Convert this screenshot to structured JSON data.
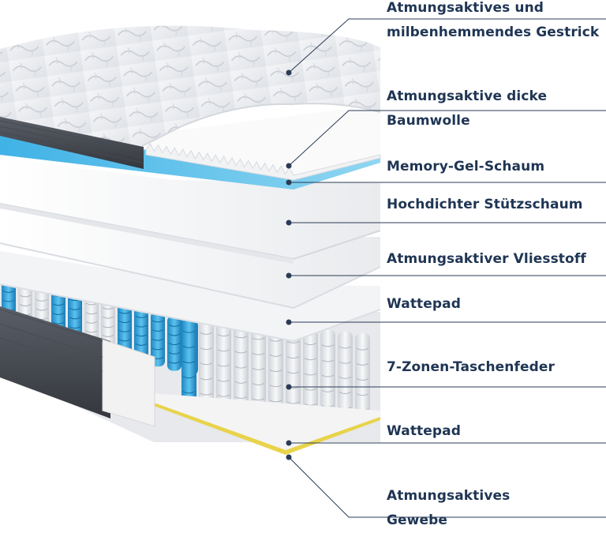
{
  "layers": [
    {
      "label": "Atmungsaktives und\nmilbenhemmendes Gestrick"
    },
    {
      "label": "Atmungsaktive dicke\nBaumwolle"
    },
    {
      "label": "Memory-Gel-Schaum"
    },
    {
      "label": "Hochdichter Stützschaum"
    },
    {
      "label": "Atmungsaktiver Vliesstoff"
    },
    {
      "label": "Wattepad"
    },
    {
      "label": "7-Zonen-Taschenfeder"
    },
    {
      "label": "Wattepad"
    },
    {
      "label": "Atmungsaktives\nGewebe"
    }
  ],
  "colors": {
    "label_text": "#1f3554",
    "leader_line": "#2a3b55",
    "gel_foam": "#62c4ea",
    "spring_blue": "#2f9fd8",
    "bottom_wattepad_edge": "#e8d34a",
    "border_fabric": "#4a4e57"
  }
}
